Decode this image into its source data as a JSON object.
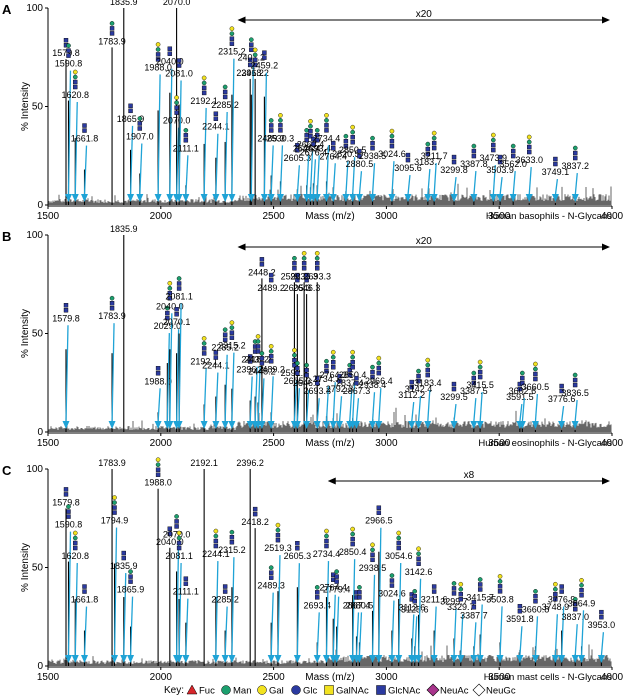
{
  "colors": {
    "arrow": "#1fa3d6",
    "spectrum": "#000000",
    "Fuc": "#d7262b",
    "Man": "#1c9f6e",
    "Gal": "#f2e21f",
    "Glc": "#2b3aa0",
    "GalNAc": "#f2e21f",
    "GlcNAc": "#2b3aa0",
    "NeuAc": "#a8348c",
    "NeuGc": "#b7dbe8"
  },
  "axis": {
    "y_label": "% Intensity",
    "x_label": "Mass (m/z)",
    "x_ticks": [
      "1500",
      "2000",
      "2500",
      "3000",
      "3500",
      "4000"
    ],
    "y_ticks": [
      "0",
      "50",
      "100"
    ]
  },
  "key": {
    "title": "Key:",
    "items": [
      {
        "label": "Fuc",
        "shape": "triangle",
        "color": "#d7262b"
      },
      {
        "label": "Man",
        "shape": "circle",
        "color": "#1c9f6e"
      },
      {
        "label": "Gal",
        "shape": "circle",
        "color": "#f2e21f"
      },
      {
        "label": "Glc",
        "shape": "circle",
        "color": "#2b3aa0"
      },
      {
        "label": "GalNAc",
        "shape": "square",
        "color": "#f2e21f"
      },
      {
        "label": "GlcNAc",
        "shape": "square",
        "color": "#2b3aa0"
      },
      {
        "label": "NeuAc",
        "shape": "diamond",
        "color": "#a8348c"
      },
      {
        "label": "NeuGc",
        "shape": "diamond",
        "color": "#ffffff"
      }
    ]
  },
  "chart_data": [
    {
      "panel": "A",
      "type": "bar",
      "title": "Human basophils - N-Glycans",
      "zoom_label": "x20",
      "zoom_range": [
        2340,
        4000
      ],
      "xlim": [
        1500,
        4000
      ],
      "ylim": [
        0,
        100
      ],
      "peaks": [
        {
          "x": 1579.8,
          "y": 74,
          "label": "1579.8"
        },
        {
          "x": 1590.8,
          "y": 53,
          "label": "1590.8"
        },
        {
          "x": 1620.8,
          "y": 34,
          "label": "1620.8"
        },
        {
          "x": 1661.8,
          "y": 18,
          "label": "1661.8"
        },
        {
          "x": 1783.9,
          "y": 80,
          "label": "1783.9"
        },
        {
          "x": 1835.9,
          "y": 100,
          "label": "1835.9"
        },
        {
          "x": 1865.9,
          "y": 28,
          "label": "1865.9"
        },
        {
          "x": 1907.0,
          "y": 16,
          "label": "1907.0"
        },
        {
          "x": 1988.0,
          "y": 48,
          "label": "1988.0"
        },
        {
          "x": 2040.0,
          "y": 57,
          "label": "2040.0"
        },
        {
          "x": 2070.0,
          "y": 100,
          "label": "2070.0"
        },
        {
          "x": 2070.0,
          "y": 21,
          "label": "2070.0"
        },
        {
          "x": 2081.0,
          "y": 51,
          "label": "2081.0"
        },
        {
          "x": 2111.1,
          "y": 10,
          "label": "2111.1"
        },
        {
          "x": 2192.1,
          "y": 31,
          "label": "2192.1"
        },
        {
          "x": 2244.1,
          "y": 24,
          "label": "2244.1"
        },
        {
          "x": 2285.2,
          "y": 32,
          "label": "2285.2"
        },
        {
          "x": 2315.2,
          "y": 56,
          "label": "2315.2"
        },
        {
          "x": 2396.2,
          "y": 64,
          "label": "2396.2"
        },
        {
          "x": 2401.2,
          "y": 56,
          "label": "2401.2"
        },
        {
          "x": 2418.2,
          "y": 64,
          "label": "2418.2"
        },
        {
          "x": 2459.2,
          "y": 55,
          "label": "2459.2"
        },
        {
          "x": 2489.3,
          "y": 15,
          "label": "2489.3"
        },
        {
          "x": 2530.3,
          "y": 12,
          "label": "2530.3"
        },
        {
          "x": 2605.3,
          "y": 8,
          "label": "2605.3"
        },
        {
          "x": 2646.4,
          "y": 10,
          "label": "2646.4"
        },
        {
          "x": 2663.4,
          "y": 9,
          "label": "2663.4"
        },
        {
          "x": 2676.4,
          "y": 11,
          "label": "2676.4"
        },
        {
          "x": 2693.4,
          "y": 10,
          "label": "2693.4"
        },
        {
          "x": 2734.4,
          "y": 12,
          "label": "2734.4"
        },
        {
          "x": 2764.4,
          "y": 9,
          "label": "2764.4"
        },
        {
          "x": 2820.5,
          "y": 7,
          "label": "2820.5"
        },
        {
          "x": 2850.5,
          "y": 6,
          "label": "2850.5"
        },
        {
          "x": 2880.5,
          "y": 5,
          "label": "2880.5"
        },
        {
          "x": 2938.5,
          "y": 6,
          "label": "2938.5"
        },
        {
          "x": 3024.6,
          "y": 4,
          "label": "3024.6"
        },
        {
          "x": 3095.6,
          "y": 3,
          "label": "3095.6"
        },
        {
          "x": 3183.7,
          "y": 3,
          "label": "3183.7"
        },
        {
          "x": 3211.7,
          "y": 3,
          "label": "3211.7"
        },
        {
          "x": 3299.8,
          "y": 2,
          "label": "3299.8"
        },
        {
          "x": 3387.8,
          "y": 2,
          "label": "3387.8"
        },
        {
          "x": 3473.9,
          "y": 2,
          "label": "3473.9"
        },
        {
          "x": 3503.9,
          "y": 2,
          "label": "3503.9"
        },
        {
          "x": 3562.0,
          "y": 2,
          "label": "3562.0"
        },
        {
          "x": 3633.0,
          "y": 1,
          "label": "3633.0"
        },
        {
          "x": 3749.1,
          "y": 1,
          "label": "3749.1"
        },
        {
          "x": 3837.2,
          "y": 1,
          "label": "3837.2"
        }
      ]
    },
    {
      "panel": "B",
      "type": "bar",
      "title": "Human eosinophils - N-Glycans",
      "zoom_label": "x20",
      "zoom_range": [
        2340,
        4000
      ],
      "xlim": [
        1500,
        4000
      ],
      "ylim": [
        0,
        100
      ],
      "peaks": [
        {
          "x": 1579.8,
          "y": 42,
          "label": "1579.8"
        },
        {
          "x": 1783.9,
          "y": 40,
          "label": "1783.9"
        },
        {
          "x": 1835.9,
          "y": 100,
          "label": "1835.9"
        },
        {
          "x": 1988.0,
          "y": 10,
          "label": "1988.0"
        },
        {
          "x": 2029.0,
          "y": 35,
          "label": "2029.0"
        },
        {
          "x": 2040.0,
          "y": 42,
          "label": "2040.0"
        },
        {
          "x": 2070.1,
          "y": 40,
          "label": "2070.1"
        },
        {
          "x": 2081.1,
          "y": 50,
          "label": "2081.1"
        },
        {
          "x": 2192.1,
          "y": 14,
          "label": "2192.1"
        },
        {
          "x": 2244.1,
          "y": 18,
          "label": "2244.1"
        },
        {
          "x": 2285.2,
          "y": 24,
          "label": "2285.2"
        },
        {
          "x": 2315.2,
          "y": 22,
          "label": "2315.2"
        },
        {
          "x": 2396.2,
          "y": 16,
          "label": "2396.2"
        },
        {
          "x": 2418.2,
          "y": 18,
          "label": "2418.2"
        },
        {
          "x": 2431.2,
          "y": 15,
          "label": "2431.2"
        },
        {
          "x": 2448.2,
          "y": 78,
          "label": "2448.2"
        },
        {
          "x": 2448.2,
          "y": 12,
          "label": "2448.2"
        },
        {
          "x": 2489.2,
          "y": 10,
          "label": "2489.2"
        },
        {
          "x": 2489.2,
          "y": 70,
          "label": "2489.2"
        },
        {
          "x": 2592.3,
          "y": 76,
          "label": "2592.3"
        },
        {
          "x": 2592.3,
          "y": 8,
          "label": "2592.3"
        },
        {
          "x": 2605.3,
          "y": 70,
          "label": "2605.3"
        },
        {
          "x": 2605.3,
          "y": 7,
          "label": "2605.3"
        },
        {
          "x": 2635.3,
          "y": 76,
          "label": "2635.3"
        },
        {
          "x": 2646.3,
          "y": 70,
          "label": "2646.3"
        },
        {
          "x": 2646.3,
          "y": 6,
          "label": "2646.3"
        },
        {
          "x": 2693.3,
          "y": 76,
          "label": "2693.3"
        },
        {
          "x": 2693.3,
          "y": 5,
          "label": "2693.3"
        },
        {
          "x": 2734.3,
          "y": 8,
          "label": "2734.3"
        },
        {
          "x": 2764.3,
          "y": 7,
          "label": "2764.3"
        },
        {
          "x": 2792.3,
          "y": 6,
          "label": "2792.3"
        },
        {
          "x": 2837.4,
          "y": 6,
          "label": "2837.4"
        },
        {
          "x": 2850.4,
          "y": 7,
          "label": "2850.4"
        },
        {
          "x": 2867.3,
          "y": 5,
          "label": "2867.3"
        },
        {
          "x": 2938.4,
          "y": 5,
          "label": "2938.4"
        },
        {
          "x": 2966.4,
          "y": 4,
          "label": "2966.4"
        },
        {
          "x": 3112.2,
          "y": 3,
          "label": "3112.2"
        },
        {
          "x": 3142.4,
          "y": 3,
          "label": "3142.4"
        },
        {
          "x": 3183.4,
          "y": 3,
          "label": "3183.4"
        },
        {
          "x": 3299.5,
          "y": 2,
          "label": "3299.5"
        },
        {
          "x": 3387.5,
          "y": 2,
          "label": "3387.5"
        },
        {
          "x": 3415.5,
          "y": 2,
          "label": "3415.5"
        },
        {
          "x": 3591.5,
          "y": 2,
          "label": "3591.5"
        },
        {
          "x": 3602.6,
          "y": 2,
          "label": "3602.6"
        },
        {
          "x": 3660.5,
          "y": 1,
          "label": "3660.5"
        },
        {
          "x": 3776.6,
          "y": 1,
          "label": "3776.6"
        },
        {
          "x": 3836.5,
          "y": 1,
          "label": "3836.5"
        }
      ]
    },
    {
      "panel": "C",
      "type": "bar",
      "title": "Human mast cells - N-Glycans",
      "zoom_label": "x8",
      "zoom_range": [
        2740,
        4000
      ],
      "xlim": [
        1500,
        4000
      ],
      "ylim": [
        0,
        100
      ],
      "peaks": [
        {
          "x": 1579.8,
          "y": 80,
          "label": "1579.8"
        },
        {
          "x": 1590.8,
          "y": 53,
          "label": "1590.8"
        },
        {
          "x": 1620.8,
          "y": 34,
          "label": "1620.8"
        },
        {
          "x": 1661.8,
          "y": 18,
          "label": "1661.8"
        },
        {
          "x": 1783.9,
          "y": 100,
          "label": "1783.9"
        },
        {
          "x": 1794.9,
          "y": 52,
          "label": "1794.9"
        },
        {
          "x": 1835.9,
          "y": 35,
          "label": "1835.9"
        },
        {
          "x": 1865.9,
          "y": 20,
          "label": "1865.9"
        },
        {
          "x": 1988.0,
          "y": 90,
          "label": "1988.0"
        },
        {
          "x": 2040.0,
          "y": 60,
          "label": "2040.0"
        },
        {
          "x": 2070.0,
          "y": 48,
          "label": "2070.0"
        },
        {
          "x": 2081.1,
          "y": 34,
          "label": "2081.1"
        },
        {
          "x": 2111.1,
          "y": 22,
          "label": "2111.1"
        },
        {
          "x": 2192.1,
          "y": 100,
          "label": "2192.1"
        },
        {
          "x": 2244.1,
          "y": 35,
          "label": "2244.1"
        },
        {
          "x": 2285.2,
          "y": 18,
          "label": "2285.2"
        },
        {
          "x": 2315.2,
          "y": 40,
          "label": "2315.2"
        },
        {
          "x": 2396.2,
          "y": 100,
          "label": "2396.2"
        },
        {
          "x": 2418.2,
          "y": 70,
          "label": "2418.2"
        },
        {
          "x": 2489.3,
          "y": 22,
          "label": "2489.3"
        },
        {
          "x": 2519.3,
          "y": 38,
          "label": "2519.3"
        },
        {
          "x": 2605.3,
          "y": 40,
          "label": "2605.3"
        },
        {
          "x": 2693.4,
          "y": 12,
          "label": "2693.4"
        },
        {
          "x": 2734.4,
          "y": 35,
          "label": "2734.4"
        },
        {
          "x": 2764.4,
          "y": 24,
          "label": "2764.4"
        },
        {
          "x": 2779.4,
          "y": 20,
          "label": "2779.4"
        },
        {
          "x": 2850.4,
          "y": 36,
          "label": "2850.4"
        },
        {
          "x": 2867.4,
          "y": 15,
          "label": "2867.4"
        },
        {
          "x": 2880.5,
          "y": 12,
          "label": "2880.5"
        },
        {
          "x": 2938.5,
          "y": 28,
          "label": "2938.5"
        },
        {
          "x": 2966.5,
          "y": 58,
          "label": "2966.5"
        },
        {
          "x": 3024.6,
          "y": 18,
          "label": "3024.6"
        },
        {
          "x": 3054.6,
          "y": 34,
          "label": "3054.6"
        },
        {
          "x": 3112.6,
          "y": 14,
          "label": "3112.6"
        },
        {
          "x": 3125.6,
          "y": 10,
          "label": "3125.6"
        },
        {
          "x": 3142.6,
          "y": 26,
          "label": "3142.6"
        },
        {
          "x": 3211.6,
          "y": 18,
          "label": "3211.6"
        },
        {
          "x": 3299.7,
          "y": 14,
          "label": "3299.7"
        },
        {
          "x": 3329.7,
          "y": 8,
          "label": "3329.7"
        },
        {
          "x": 3387.7,
          "y": 10,
          "label": "3387.7"
        },
        {
          "x": 3415.7,
          "y": 16,
          "label": "3415.7"
        },
        {
          "x": 3503.8,
          "y": 12,
          "label": "3503.8"
        },
        {
          "x": 3591.8,
          "y": 8,
          "label": "3591.8"
        },
        {
          "x": 3660.8,
          "y": 10,
          "label": "3660.8"
        },
        {
          "x": 3748.9,
          "y": 8,
          "label": "3748.9"
        },
        {
          "x": 3776.9,
          "y": 18,
          "label": "3776.9"
        },
        {
          "x": 3837.0,
          "y": 6,
          "label": "3837.0"
        },
        {
          "x": 3864.9,
          "y": 10,
          "label": "3864.9"
        },
        {
          "x": 3953.0,
          "y": 5,
          "label": "3953.0"
        }
      ]
    }
  ]
}
